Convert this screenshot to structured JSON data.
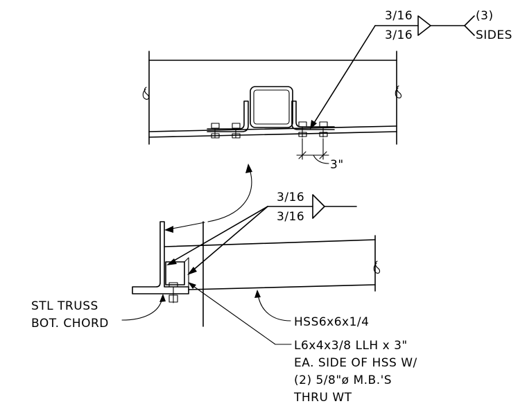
{
  "top_weld": {
    "upper": "3/16",
    "lower": "3/16",
    "note_qty": "(3)",
    "note_word": "SIDES"
  },
  "dim_spacing": "3\"",
  "mid_weld": {
    "upper": "3/16",
    "lower": "3/16"
  },
  "label_chord": {
    "line1": "STL TRUSS",
    "line2": "BOT. CHORD"
  },
  "label_hss": "HSS6x6x1/4",
  "label_angle": {
    "line1": "L6x4x3/8 LLH x 3\"",
    "line2": "EA. SIDE OF HSS W/",
    "line3": "(2) 5/8\"ø M.B.'S",
    "line4": "THRU WT"
  }
}
